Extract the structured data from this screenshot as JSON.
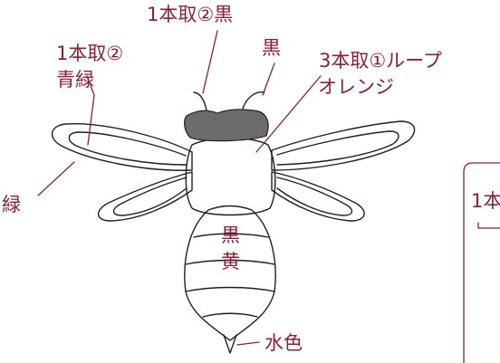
{
  "labels": {
    "head_thread": "1本取②黒",
    "antenna_color": "黒",
    "body_thread": "3本取①ループ",
    "body_color": "オレンジ",
    "wing_edge_thread": "1本取②",
    "wing_edge_color": "青緑",
    "wing_color": "緑",
    "abdomen_stripe_1": "黒",
    "abdomen_stripe_2": "黄",
    "stinger_color": "水色",
    "side_box_partial": "1本"
  },
  "colors": {
    "label": "#8c1f38",
    "outline": "#1f1f1f",
    "head_fill": "#6b6b6b",
    "background": "#ffffff"
  }
}
